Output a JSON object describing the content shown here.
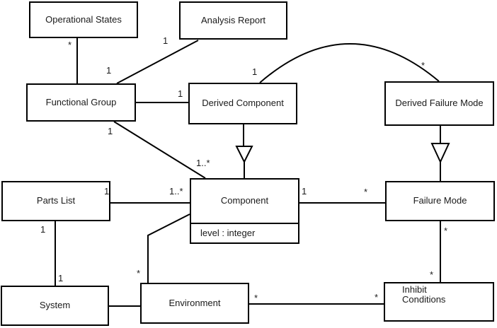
{
  "diagram": {
    "type": "uml-class-diagram",
    "classes": [
      {
        "id": "operational-states",
        "name": "Operational States"
      },
      {
        "id": "analysis-report",
        "name": "Analysis Report"
      },
      {
        "id": "functional-group",
        "name": "Functional Group"
      },
      {
        "id": "derived-component",
        "name": "Derived Component"
      },
      {
        "id": "derived-failure-mode",
        "name": "Derived Failure Mode"
      },
      {
        "id": "parts-list",
        "name": "Parts List"
      },
      {
        "id": "component",
        "name": "Component",
        "attributes": [
          "level : integer"
        ]
      },
      {
        "id": "failure-mode",
        "name": "Failure Mode"
      },
      {
        "id": "system",
        "name": "System"
      },
      {
        "id": "environment",
        "name": "Environment"
      },
      {
        "id": "inhibit-conditions",
        "name": "Inhibit Conditions"
      }
    ],
    "multiplicities": [
      {
        "text": "*",
        "near": "operational-states-end-of-functional-group-line"
      },
      {
        "text": "1",
        "near": "functional-group-end-of-operational-states-line"
      },
      {
        "text": "1",
        "near": "analysis-report-end-of-functional-group-line"
      },
      {
        "text": "1",
        "near": "derived-component-end-of-functional-group-line"
      },
      {
        "text": "1",
        "near": "functional-group-end-of-component-line"
      },
      {
        "text": "1..*",
        "near": "component-end-of-functional-group-line"
      },
      {
        "text": "1",
        "near": "derived-component-end-of-arc"
      },
      {
        "text": "*",
        "near": "derived-failure-mode-end-of-arc"
      },
      {
        "text": "1",
        "near": "parts-list-end-of-component-line"
      },
      {
        "text": "1..*",
        "near": "component-end-of-parts-list-line"
      },
      {
        "text": "1",
        "near": "component-end-of-failure-mode-line"
      },
      {
        "text": "*",
        "near": "failure-mode-end-of-component-line"
      },
      {
        "text": "1",
        "near": "parts-list-end-of-system-line"
      },
      {
        "text": "1",
        "near": "system-end-of-parts-list-line"
      },
      {
        "text": "*",
        "near": "environment-end-of-component-line"
      },
      {
        "text": "*",
        "near": "environment-end-of-inhibit-line"
      },
      {
        "text": "*",
        "near": "inhibit-end-of-environment-line"
      },
      {
        "text": "*",
        "near": "failure-mode-end-of-inhibit-line"
      },
      {
        "text": "*",
        "near": "inhibit-end-of-failure-mode-line"
      }
    ],
    "colors": {
      "background": "#ffffff",
      "box_fill": "#ffffff",
      "box_border": "#000000",
      "line": "#000000",
      "text": "#1a1a1a"
    }
  }
}
